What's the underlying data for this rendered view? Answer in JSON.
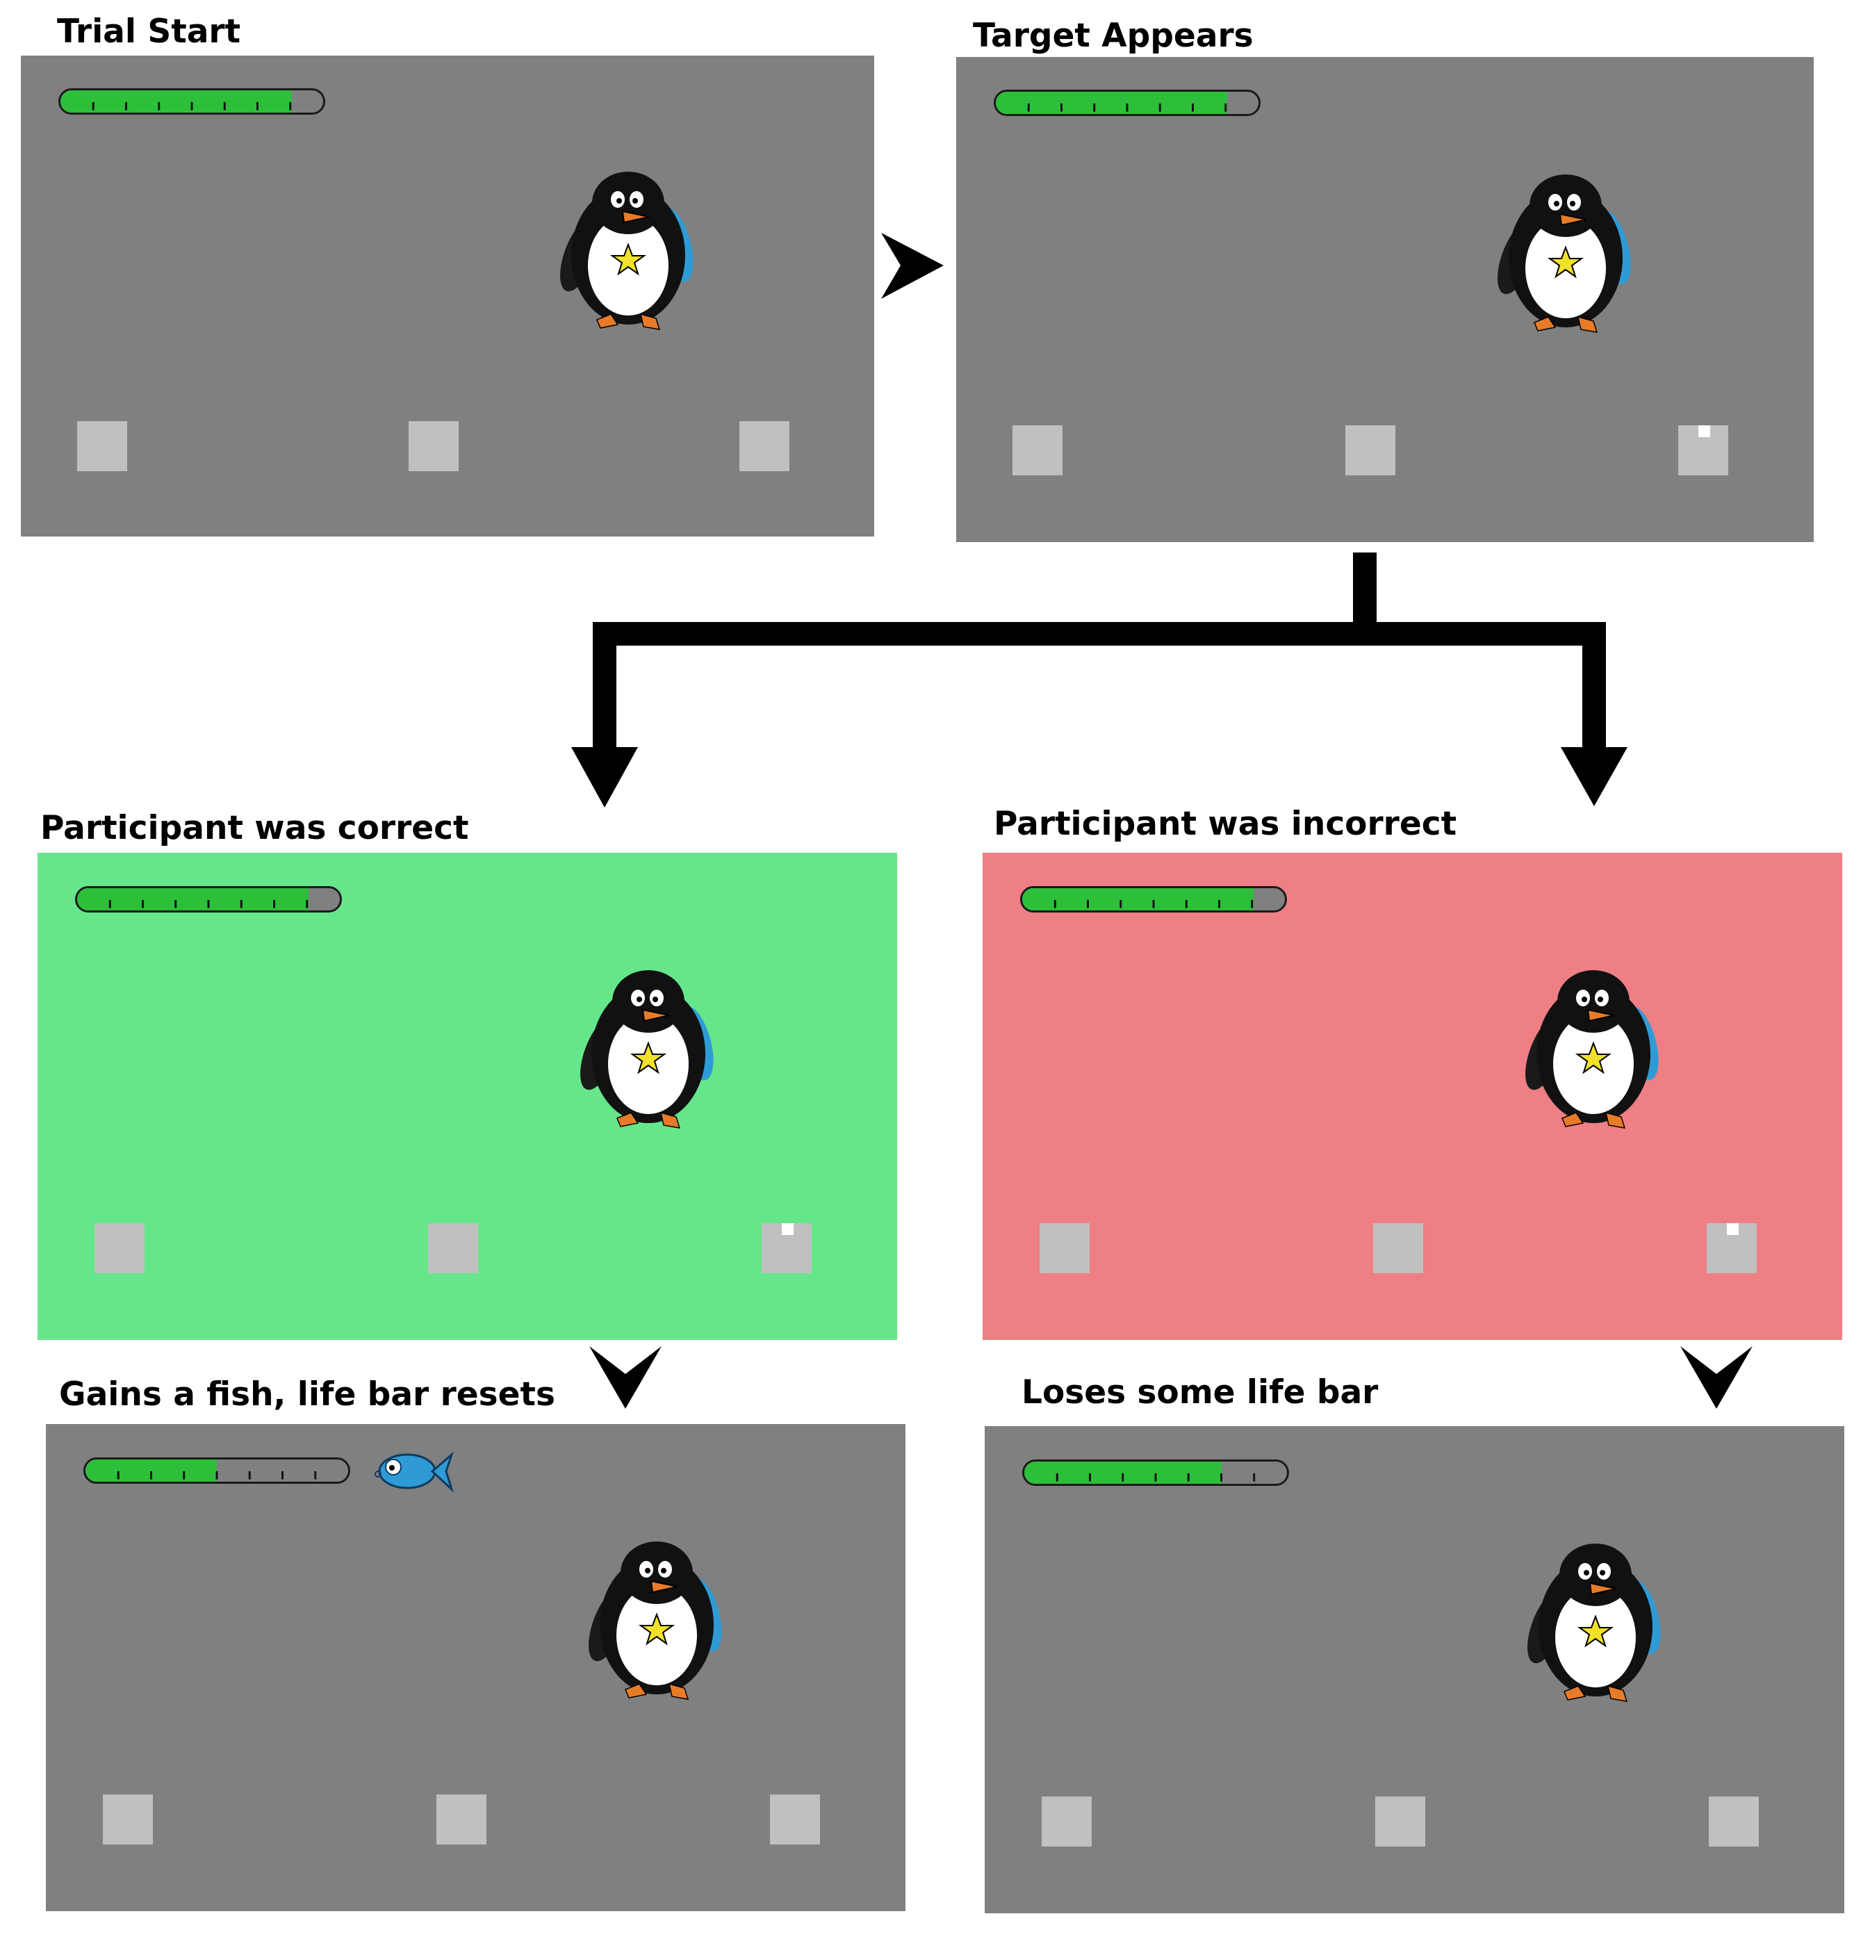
{
  "panels": [
    {
      "id": "trial-start",
      "title": "Trial Start",
      "background": "#808080",
      "life_fraction": 0.88,
      "target_box": null,
      "fish": false
    },
    {
      "id": "target-appears",
      "title": "Target Appears",
      "background": "#808080",
      "life_fraction": 0.88,
      "target_box": 3,
      "fish": false
    },
    {
      "id": "correct",
      "title": "Participant was correct",
      "background": "#66e68a",
      "life_fraction": 0.88,
      "target_box": 3,
      "fish": false
    },
    {
      "id": "incorrect",
      "title": "Participant was incorrect",
      "background": "#ee7f84",
      "life_fraction": 0.88,
      "target_box": 3,
      "fish": false
    },
    {
      "id": "gains-fish",
      "title": "Gains a fish, life bar resets",
      "background": "#808080",
      "life_fraction": 0.5,
      "target_box": null,
      "fish": true
    },
    {
      "id": "loses-life",
      "title": "Loses some life bar",
      "background": "#808080",
      "life_fraction": 0.75,
      "target_box": null,
      "fish": false
    }
  ],
  "colors": {
    "lifebar_fill": "#2dbf3a",
    "lifebar_empty": "#808080",
    "box": "#c0c0c0",
    "target_dot": "#ffffff",
    "fish": "#2f9bd6",
    "arrow": "#000000"
  }
}
